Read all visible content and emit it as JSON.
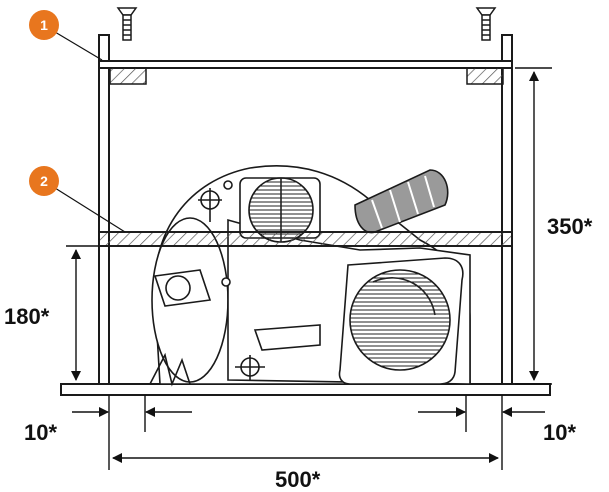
{
  "colors": {
    "callout": "#e8761e",
    "line": "#1a1a1a",
    "hatch": "#666666",
    "background": "#ffffff"
  },
  "callouts": [
    {
      "id": "1",
      "label": "1"
    },
    {
      "id": "2",
      "label": "2"
    }
  ],
  "dimensions": {
    "height_top": "350*",
    "height_bottom": "180*",
    "clearance_left": "10*",
    "clearance_right": "10*",
    "width": "500*"
  }
}
